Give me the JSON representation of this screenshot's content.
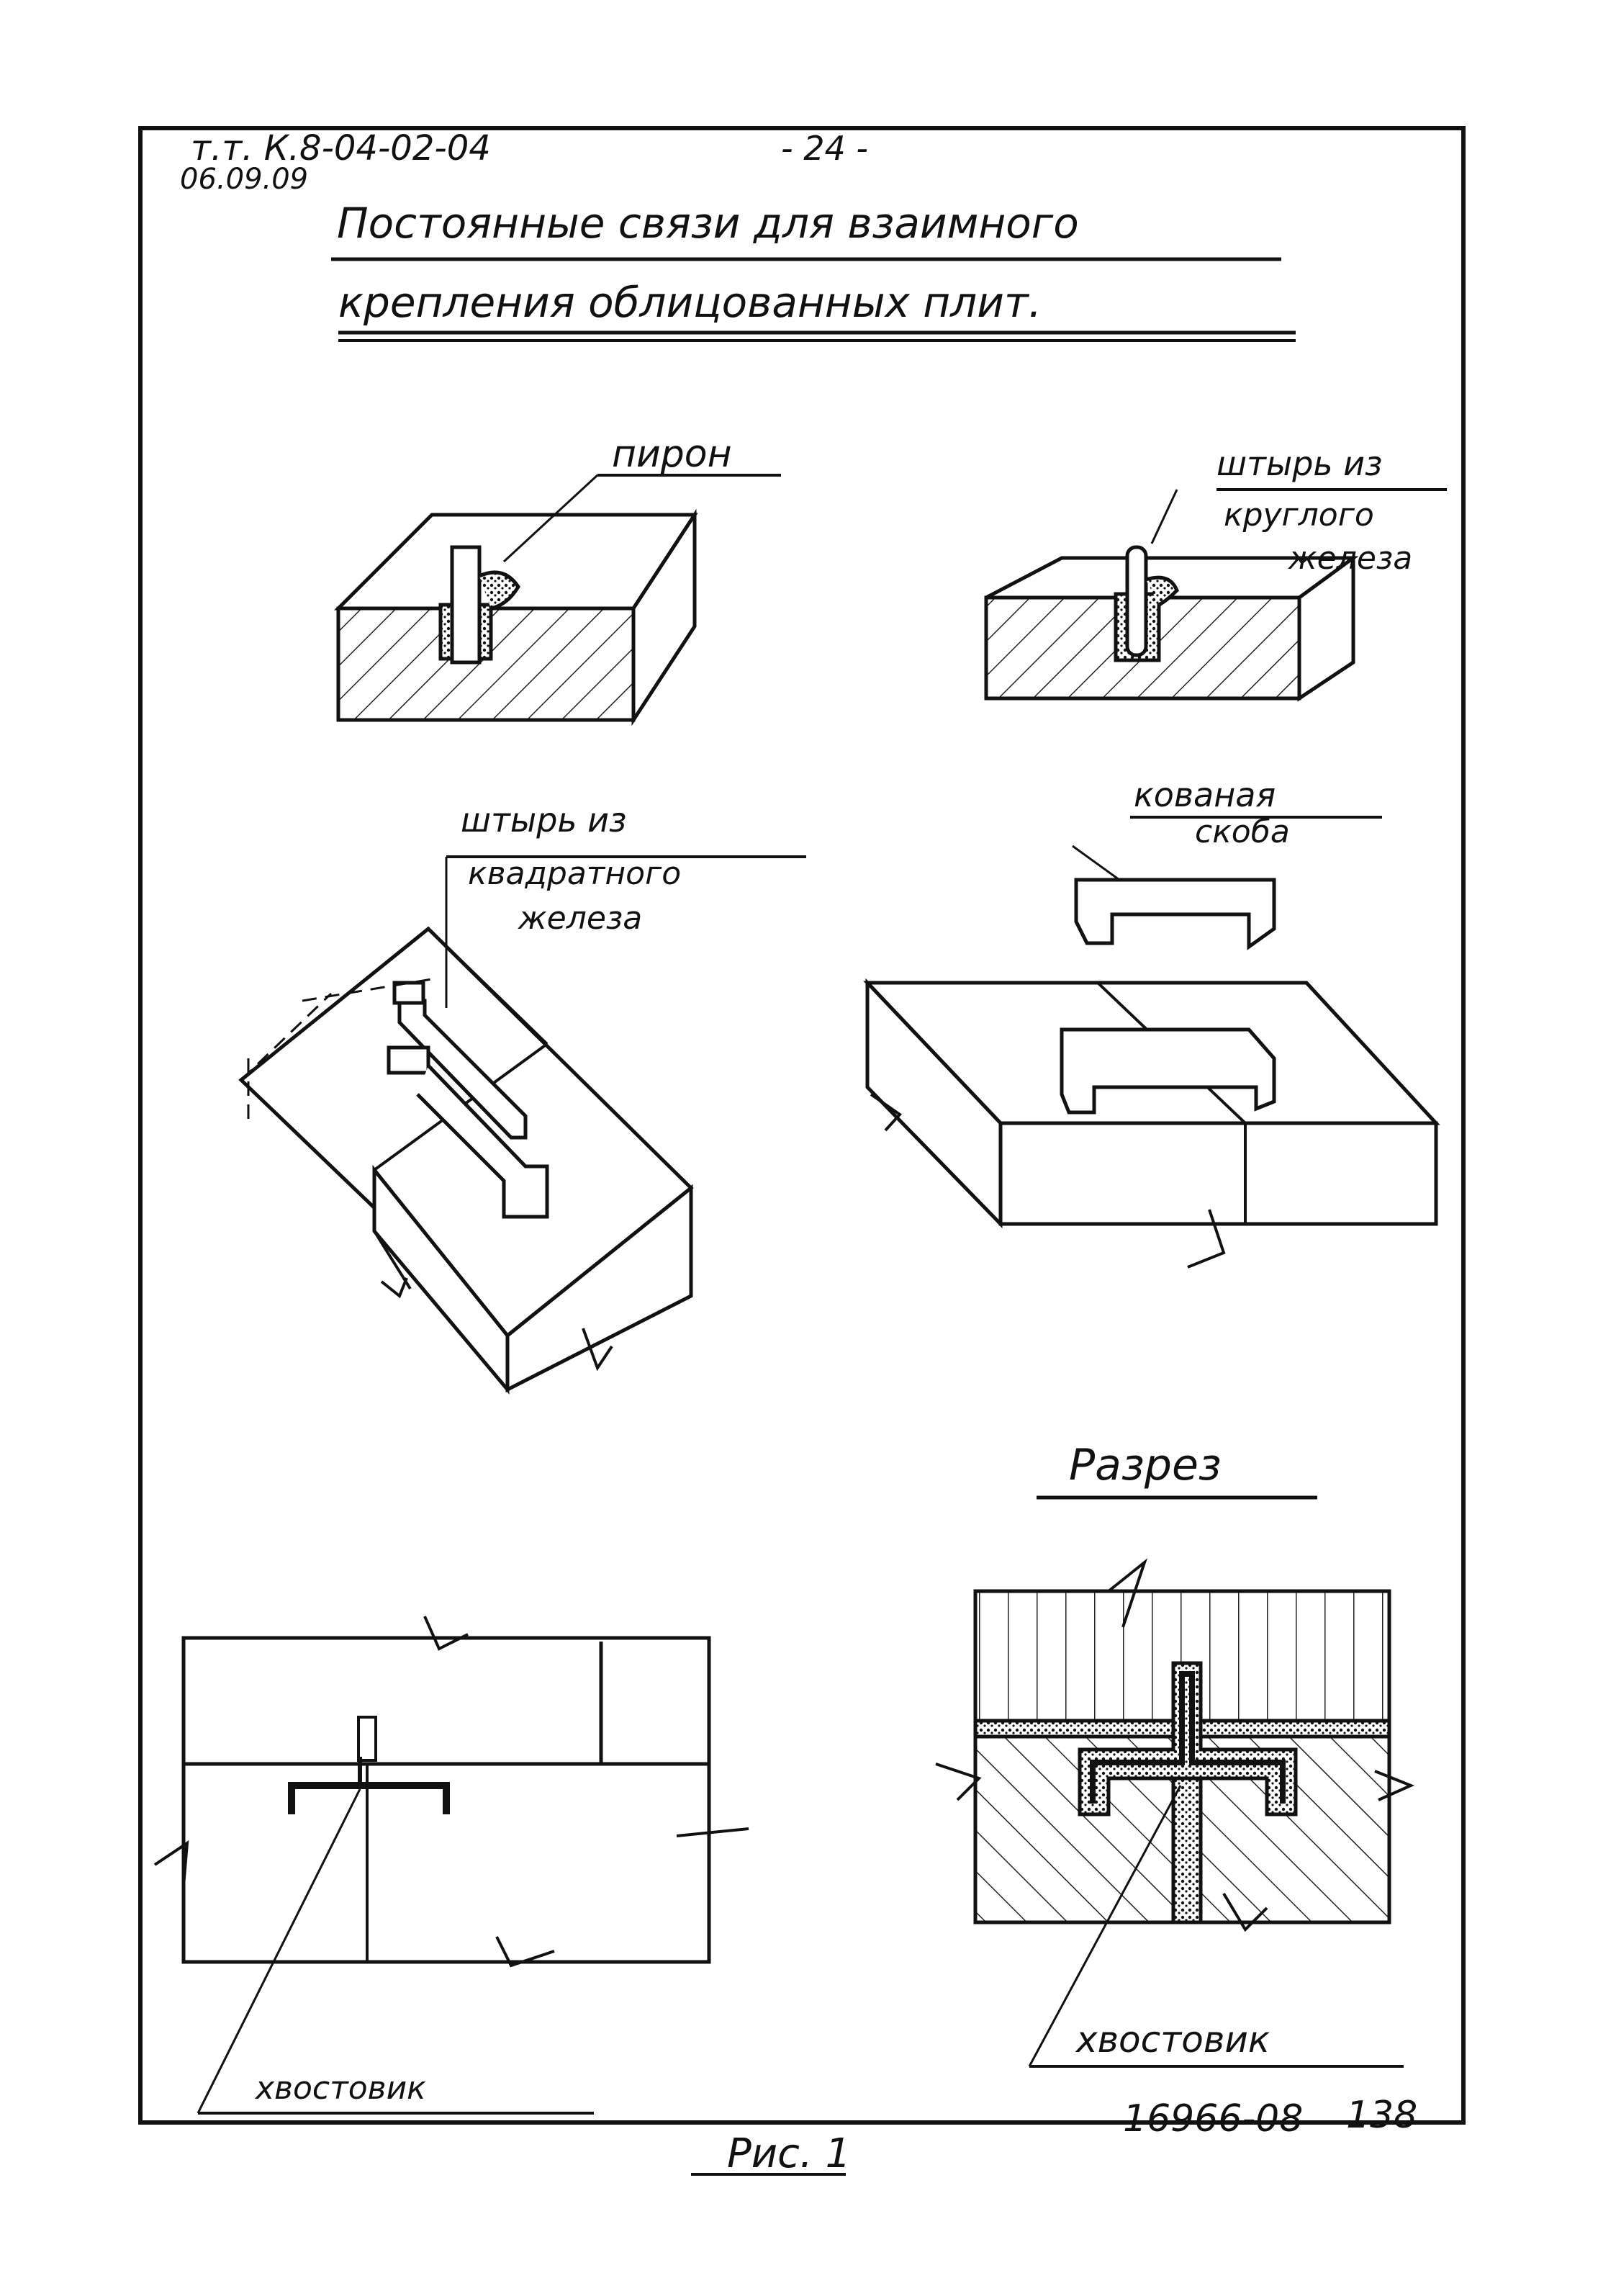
{
  "header": {
    "doc_code": "т.т. К.8-04-02-04",
    "date": "06.09.09",
    "page_number": "- 24 -"
  },
  "title": {
    "line1": "Постоянные связи для взаимного",
    "line2": "крепления облицованных плит."
  },
  "labels": {
    "piron": "пирон",
    "round_pin_1": "штырь из",
    "round_pin_2": "круглого",
    "round_pin_3": "железа",
    "square_pin_1": "штырь из",
    "square_pin_2": "квадратного",
    "square_pin_3": "железа",
    "forged_clamp_1": "кованая",
    "forged_clamp_2": "скоба",
    "section_title": "Разрез",
    "dovetail_tail": "хвостовик",
    "dovetail_left": "хвостовик"
  },
  "footer": {
    "figure": "Рис. 1",
    "sheet_number": "16966-08",
    "page": "138"
  }
}
